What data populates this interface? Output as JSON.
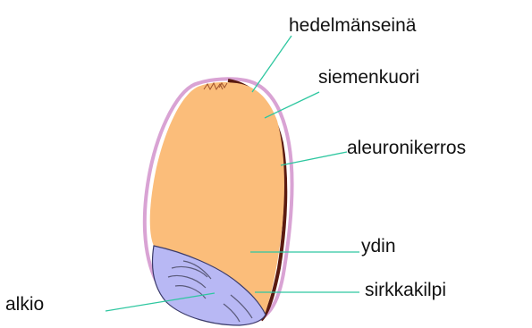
{
  "labels": {
    "pericarp": "hedelmänseinä",
    "seed_coat": "siemenkuori",
    "aleurone_layer": "aleuronikerros",
    "endosperm": "ydin",
    "scutellum": "sirkkakilpi",
    "embryo": "alkio"
  },
  "colors": {
    "endosperm": "#fbbd7a",
    "embryo": "#b8b8f4",
    "pericarp_outline": "#d9a3d4",
    "seed_coat": "#5a1a10",
    "leader_line": "#2ec7a0",
    "embryo_detail": "#5a5a7a",
    "label_text": "#111111"
  }
}
